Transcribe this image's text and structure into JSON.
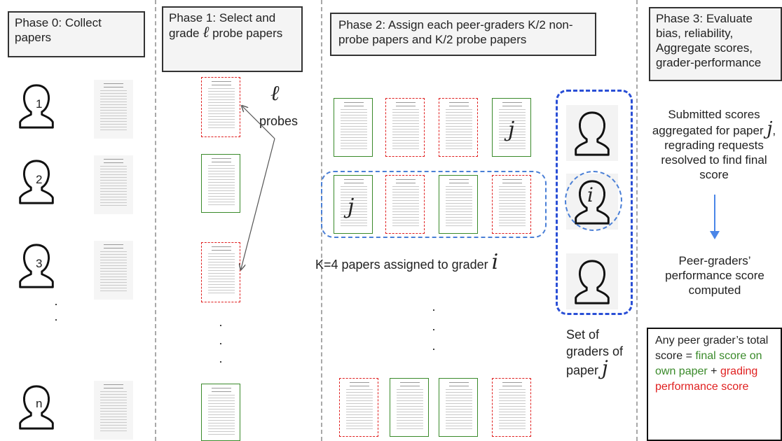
{
  "phases": {
    "p0": "Phase 0: Collect papers",
    "p1_a": "Phase 1: Select and grade ",
    "p1_b": " probe papers",
    "p2": "Phase 2: Assign each peer-graders K/2 non-probe papers and K/2 probe papers",
    "p3": "Phase 3: Evaluate bias, reliability, Aggregate scores, grader-performance"
  },
  "symbols": {
    "ell": "ℓ",
    "i": "i",
    "j": "j"
  },
  "phase0": {
    "grader_labels": [
      "1",
      "2",
      "3",
      "n"
    ],
    "dots": [
      "·",
      "·"
    ]
  },
  "phase1": {
    "probes_label": "probes",
    "dots": [
      "·",
      "·",
      "·"
    ]
  },
  "phase2": {
    "assigned_label": "K=4 papers assigned to grader ",
    "dots": [
      "·",
      "·",
      "·"
    ]
  },
  "set_of_graders": {
    "label": "Set of graders of paper "
  },
  "phase3": {
    "submitted_a": "Submitted scores aggregated for paper ",
    "submitted_b": ", regrading requests resolved to find final score",
    "performance": "Peer-graders’ performance score computed",
    "total_a": "Any peer grader’s total score = ",
    "total_green": "final score on own paper",
    "total_plus": " + ",
    "total_red": "grading performance score"
  },
  "colors": {
    "green": "#3a8a2a",
    "red": "#e02020",
    "blue": "#2a4fd6",
    "light_blue": "#4a7fd6",
    "arrow_blue": "#4a86e8"
  }
}
